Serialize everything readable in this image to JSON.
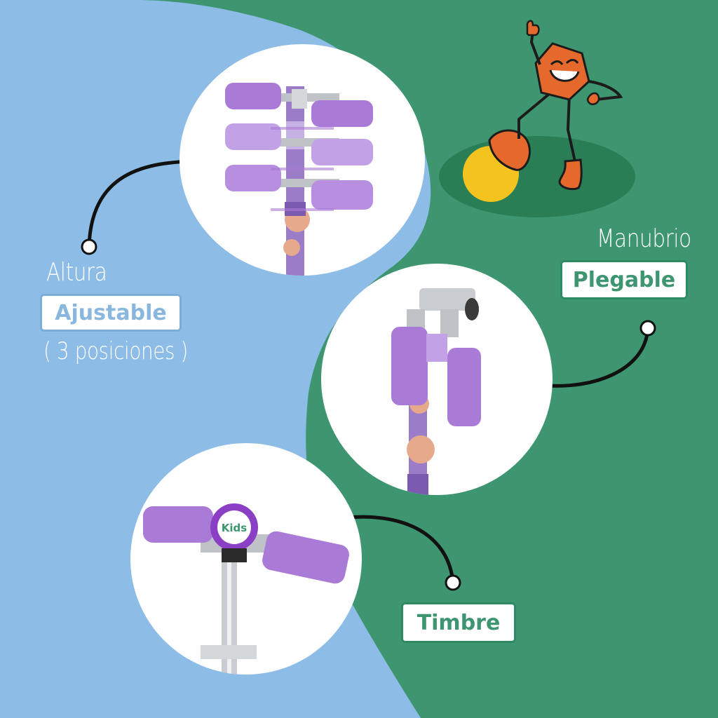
{
  "features": {
    "altura": {
      "title": "Altura",
      "highlight": "Ajustable",
      "note": "( 3 posiciones )"
    },
    "manubrio": {
      "title": "Manubrio",
      "highlight": "Plegable"
    },
    "timbre": {
      "highlight": "Timbre"
    },
    "bell_logo": "Kids"
  },
  "colors": {
    "blue_bg": "#8dbce6",
    "green_bg": "#3e9670",
    "badge_blue_text": "#8ab7dd",
    "badge_green_text": "#3e9670",
    "grip_purple": "#a97bd6",
    "mascot_orange": "#e5692c",
    "ball_yellow": "#f3c31f"
  }
}
